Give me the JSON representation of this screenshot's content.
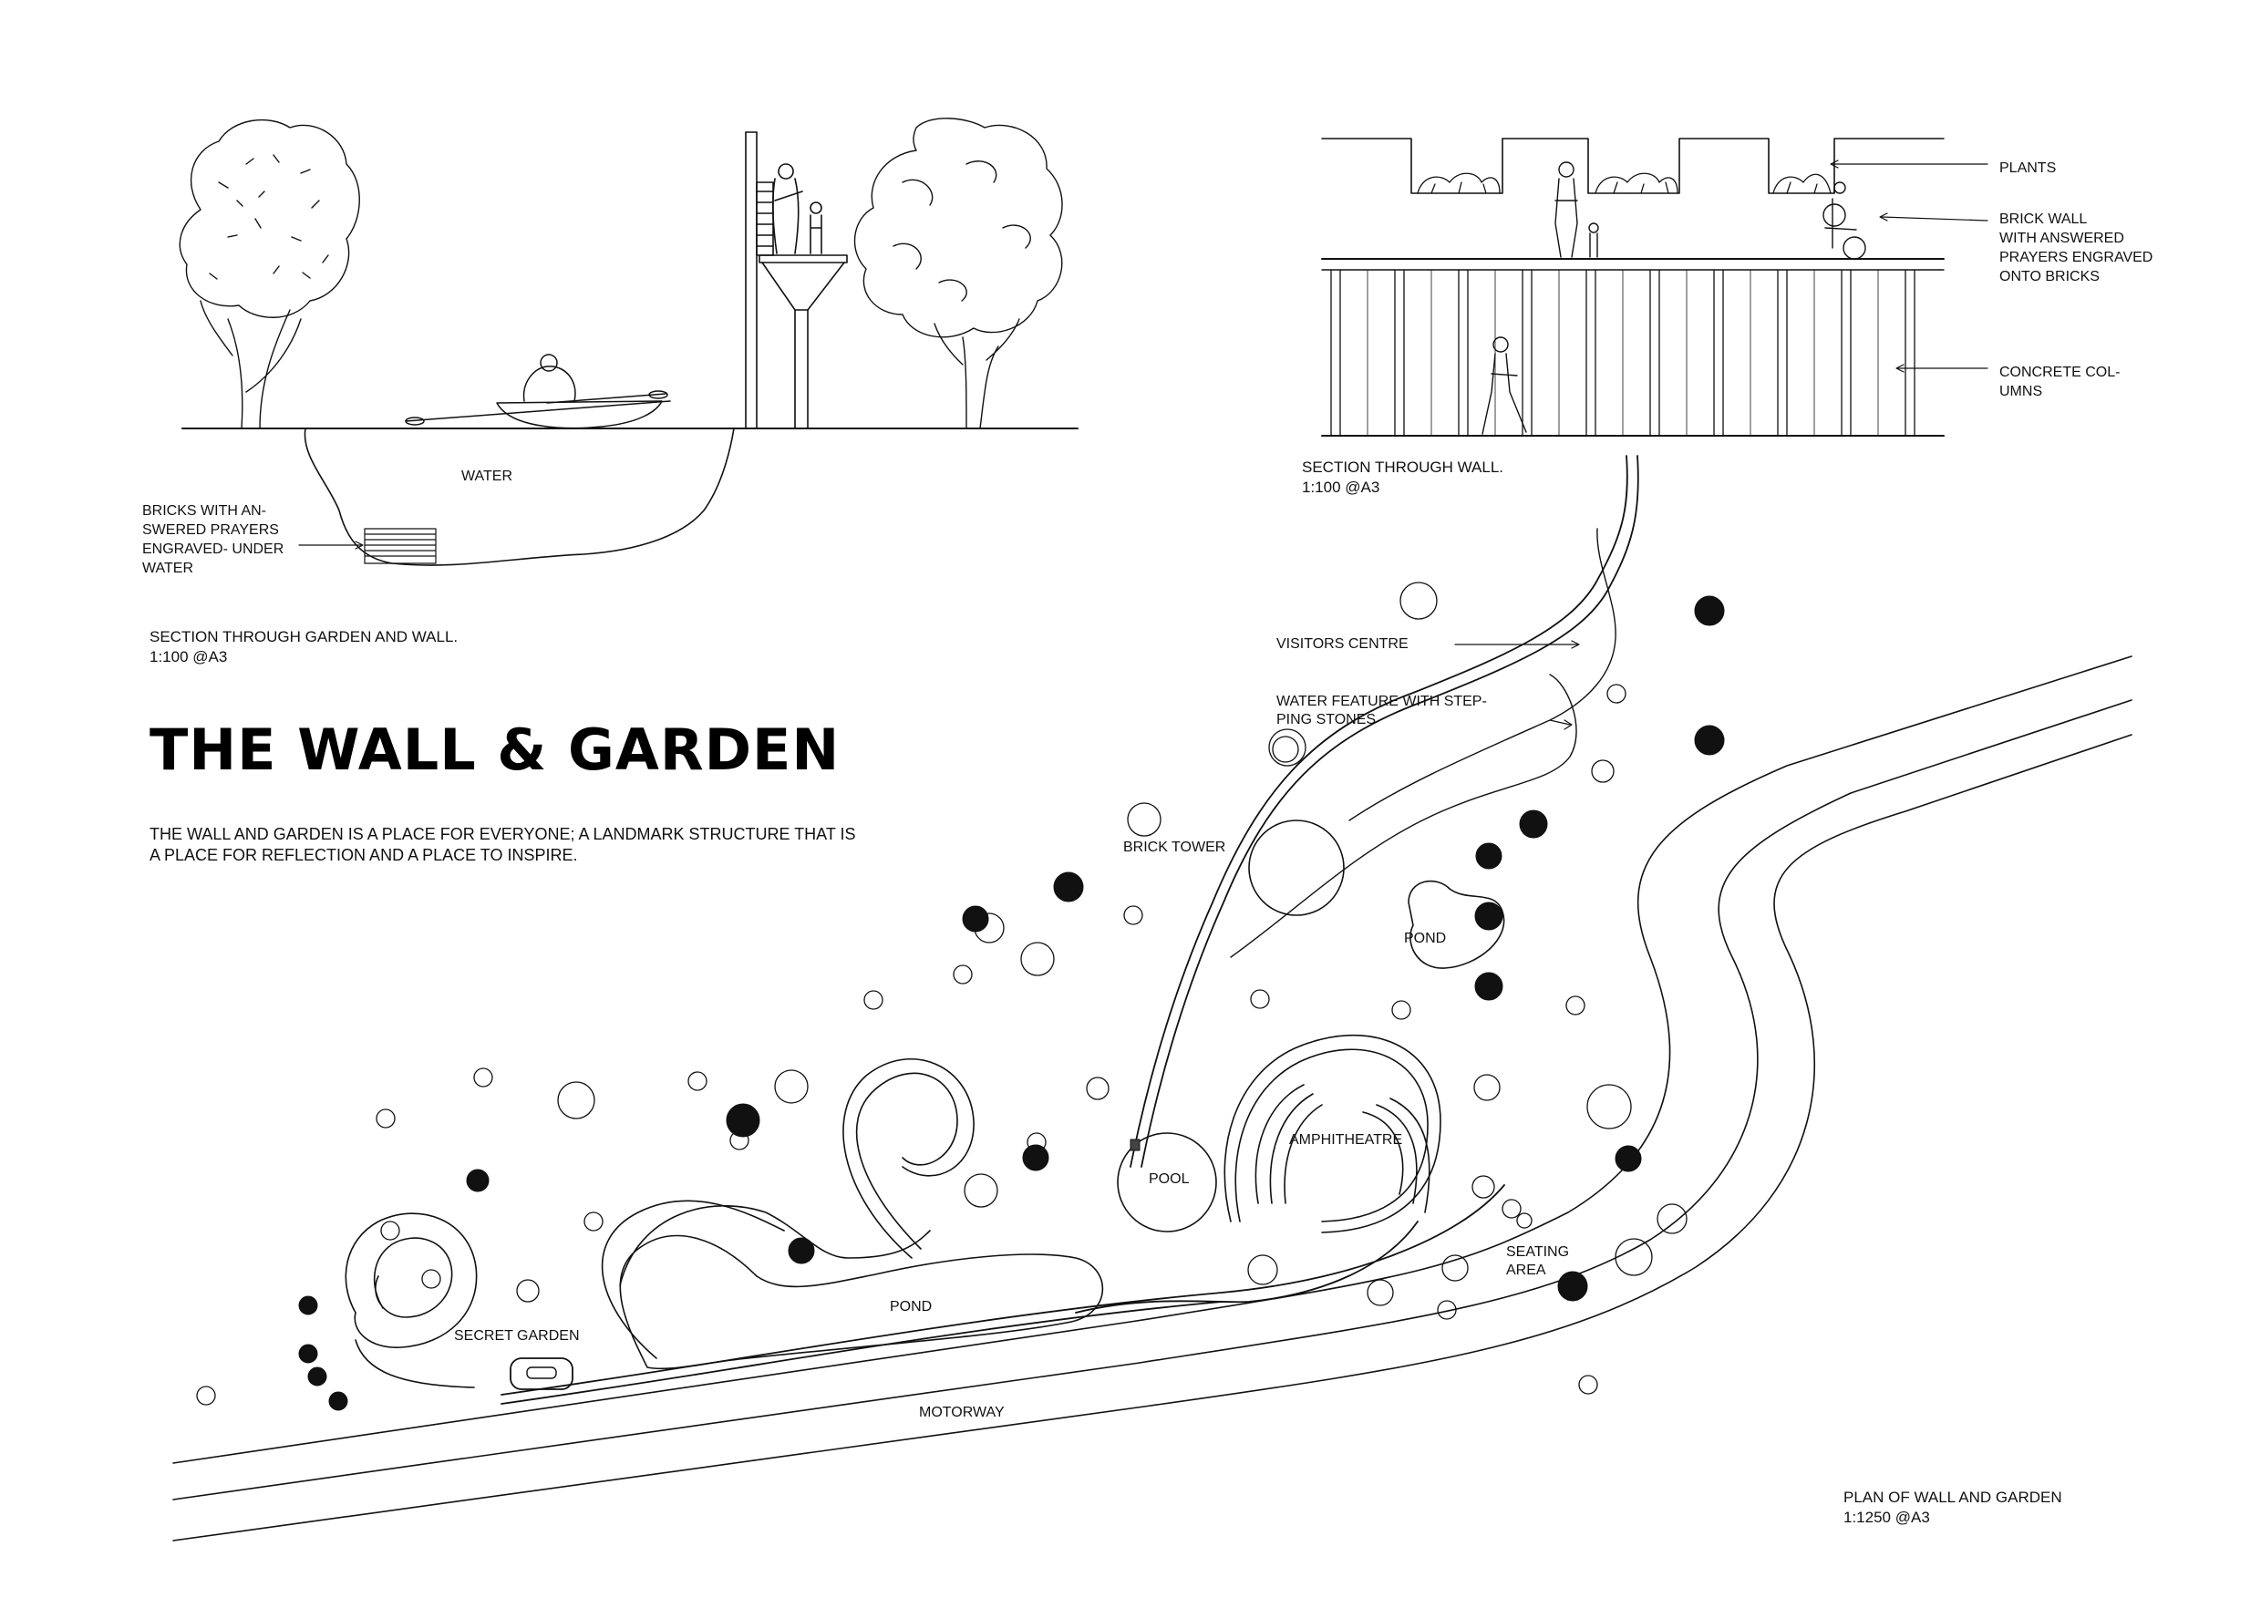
{
  "title": "THE WALL & GARDEN",
  "description": "THE WALL AND GARDEN IS A PLACE FOR EVERYONE; A LANDMARK STRUCTURE THAT IS\nA PLACE FOR REFLECTION AND A PLACE TO INSPIRE.",
  "section_garden": {
    "water_label": "WATER",
    "bricks_note": "BRICKS WITH AN-\nSWERED PRAYERS\nENGRAVED- UNDER\nWATER",
    "caption": "SECTION THROUGH GARDEN AND WALL.",
    "scale": "1:100 @A3"
  },
  "section_wall": {
    "callout_plants": "PLANTS",
    "callout_brick_wall": "BRICK WALL\nWITH ANSWERED\nPRAYERS ENGRAVED\nONTO BRICKS",
    "callout_columns": "CONCRETE COL-\nUMNS",
    "caption": "SECTION THROUGH WALL.",
    "scale": "1:100 @A3"
  },
  "plan": {
    "visitors_centre": "VISITORS CENTRE",
    "water_feature": "WATER FEATURE WITH STEP-\nPING STONES",
    "brick_tower": "BRICK TOWER",
    "pond_upper": "POND",
    "amphitheatre": "AMPHITHEATRE",
    "pool": "POOL",
    "seating_area": "SEATING\nAREA",
    "pond_lower": "POND",
    "secret_garden": "SECRET GARDEN",
    "motorway": "MOTORWAY",
    "caption": "PLAN OF WALL AND GARDEN",
    "scale": "1:1250 @A3"
  },
  "colors": {
    "ink": "#111111",
    "paper": "#ffffff"
  }
}
